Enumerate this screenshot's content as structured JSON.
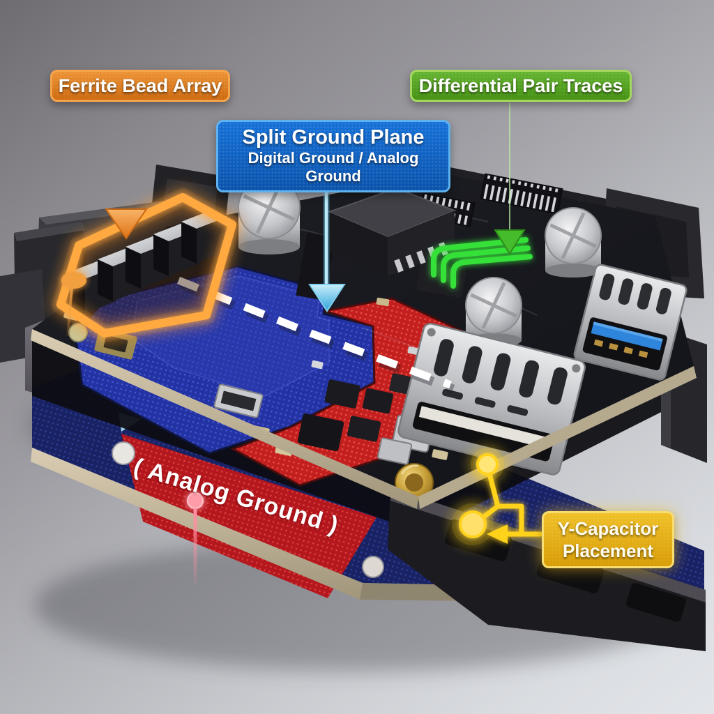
{
  "callouts": {
    "ferrite_bead_array": {
      "label": "Ferrite Bead Array",
      "fill": "#D9731A",
      "border": "#F6A44C",
      "pointer": "orange-arrow-down"
    },
    "split_ground_plane": {
      "title": "Split Ground Plane",
      "subtitle": "Digital Ground / Analog Ground",
      "fill": "#0E5FC2",
      "border": "#5EB2F0",
      "pointer": "cyan-arrow-down"
    },
    "differential_pair_traces": {
      "label": "Differential Pair Traces",
      "fill": "#4C9E1D",
      "border": "#A5D85F",
      "pointer": "green-arrow-down"
    },
    "y_capacitor_placement": {
      "line1": "Y-Capacitor",
      "line2": "Placement",
      "fill": "#E4AE10",
      "border": "#F7DD70",
      "pointer": "yellow-arrow-left"
    },
    "analog_ground": {
      "label": "( Analog Ground )",
      "color": "#FFFFFF",
      "pointer": "pink-pin"
    }
  },
  "board": {
    "digital_plane_color": "#2433A4",
    "analog_plane_color": "#C41F1F",
    "lower_plane_color": "#192263",
    "lower_analog_band_color": "#B5171E",
    "plane_divider": "white-dashed-line",
    "ferrite_glow_color": "#FF9C2E",
    "trace_glow_color": "#35E039",
    "y_capacitor_glow_color": "#FFD21C",
    "split_arrow_color": "#49B9E8",
    "analog_marker_color": "#FF8FA0",
    "usb_tongue_color": "#2F84DC"
  }
}
